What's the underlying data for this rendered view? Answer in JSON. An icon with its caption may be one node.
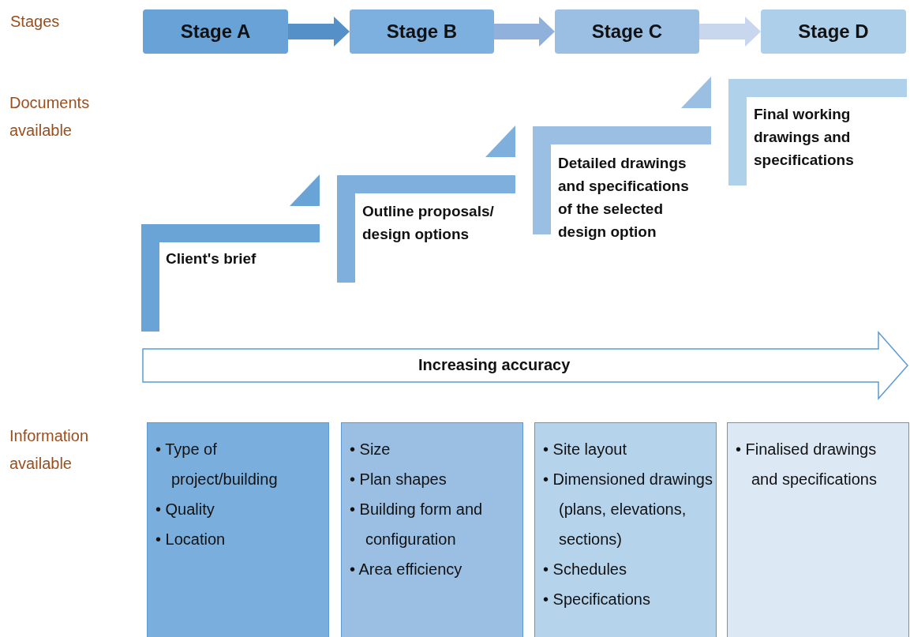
{
  "diagram": {
    "nodes": [
      {
        "text": [
          "Stage A"
        ]
      },
      {
        "text": [
          "Stage B"
        ]
      },
      {
        "text": [
          "Stage C"
        ]
      },
      {
        "text": [
          "Stage D"
        ]
      },
      {
        "text": [
          "Client's brief"
        ]
      },
      {
        "text": [
          "Outline proposals/ design options"
        ]
      },
      {
        "text": [
          "Detailed drawings and specifications of the selected design option"
        ]
      },
      {
        "text": [
          "Final working drawings and specifications"
        ]
      },
      {
        "text": [
          "Increasing accuracy"
        ]
      },
      {
        "text": [
          "• Type of project/building",
          "• Quality",
          "• Location"
        ]
      },
      {
        "text": [
          "• Size",
          "• Plan shapes",
          "• Building form and configuration",
          "• Area efficiency"
        ]
      },
      {
        "text": [
          "• Site layout",
          "• Dimensioned drawings (plans, elevations, sections)",
          "• Schedules",
          "• Specifications"
        ]
      },
      {
        "text": [
          "• Finalised drawings and specifications"
        ]
      }
    ],
    "edges": [
      {
        "from": 0,
        "to": 1,
        "arrow": "to",
        "color": "#5590c8"
      },
      {
        "from": 1,
        "to": 2,
        "arrow": "to",
        "color": "#8fb1dc"
      },
      {
        "from": 2,
        "to": 3,
        "arrow": "to",
        "color": "#c8d7ee"
      }
    ],
    "labels": [
      "Stages",
      "Documents available",
      "Information available"
    ]
  }
}
